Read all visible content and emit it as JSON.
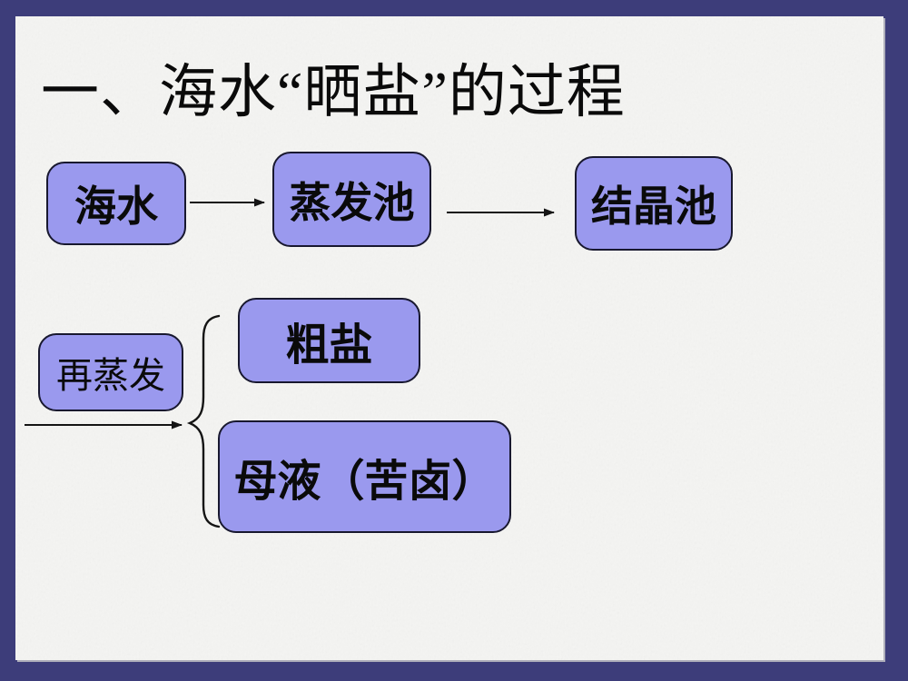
{
  "slide": {
    "title": "一、海水“晒盐”的过程",
    "flow": {
      "nodes": [
        {
          "label": "海水"
        },
        {
          "label": "蒸发池"
        },
        {
          "label": "结晶池"
        }
      ]
    },
    "branch": {
      "label": "再蒸发",
      "outputs": [
        {
          "label": "粗盐"
        },
        {
          "label": "母液（苦卤）"
        }
      ]
    },
    "colors": {
      "frame": "#3d3d7a",
      "slide_bg": "#f4f4f2",
      "box_fill": "#9a99ee",
      "box_border": "#18182f",
      "text": "#0a0a0a",
      "line": "#141414"
    }
  }
}
